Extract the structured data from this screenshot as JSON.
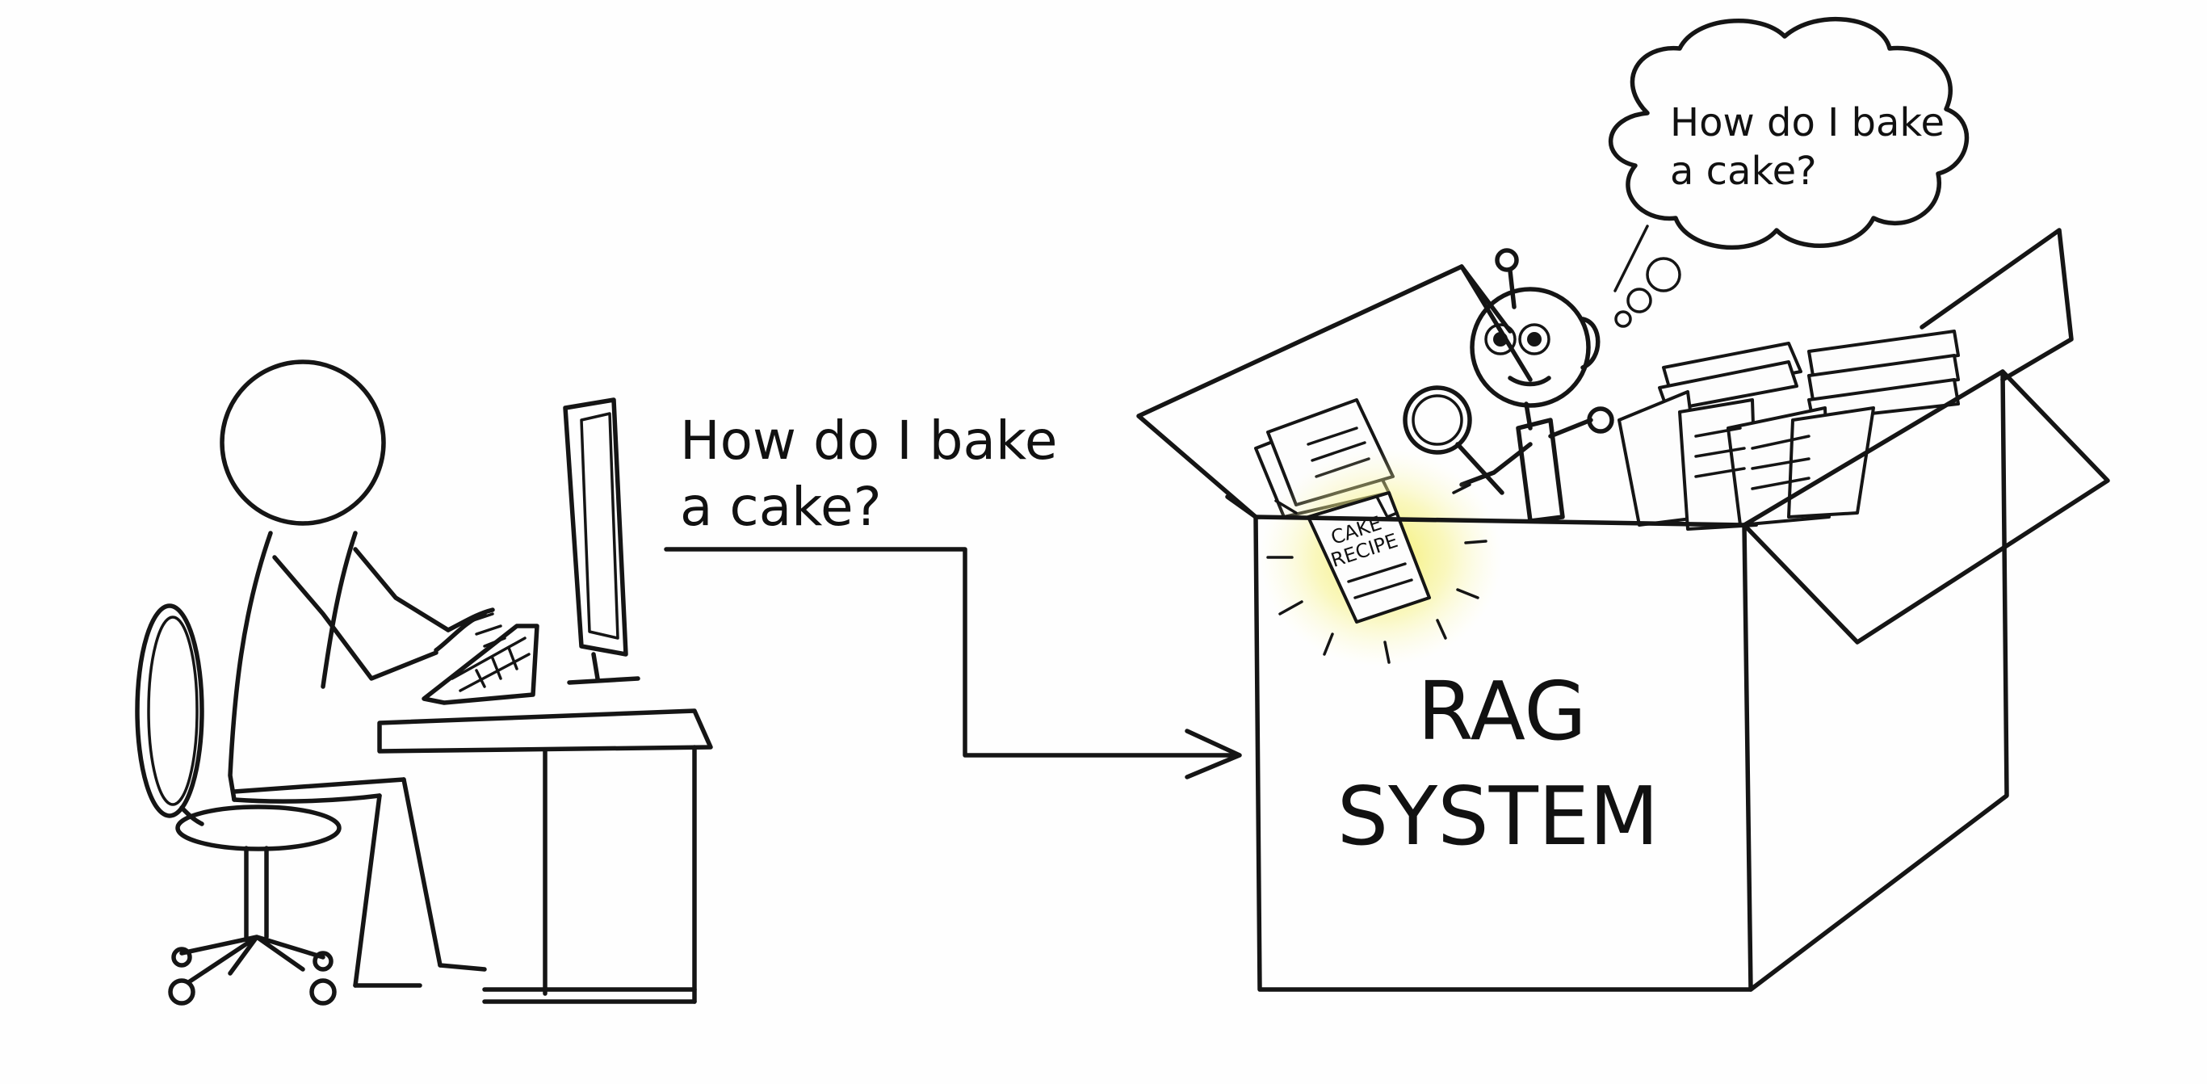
{
  "diagram": {
    "user_question": {
      "lines": [
        "How do I bake",
        "a cake?"
      ]
    },
    "robot_thought": {
      "lines": [
        "How do I bake",
        "a cake?"
      ]
    },
    "recipe_document": {
      "lines": [
        "CAKE",
        "RECIPE"
      ]
    },
    "box_label": {
      "lines": [
        "RAG",
        "SYSTEM"
      ]
    }
  },
  "colors": {
    "ink": "#151515",
    "background": "#fefefe",
    "glow": "#f3ee5a"
  },
  "icons": {
    "user": "stick-figure-at-desk",
    "computer": "monitor-icon",
    "robot": "robot-icon",
    "magnifier": "magnifying-glass-icon",
    "thought": "thought-bubble-icon"
  }
}
